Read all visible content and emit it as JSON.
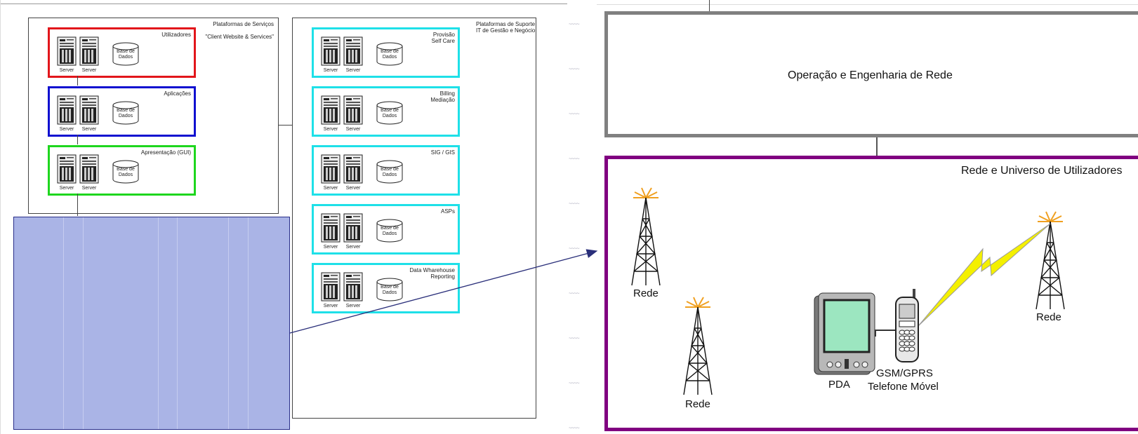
{
  "left_diagram": {
    "service_platform": {
      "title": "Plataformas de Serviços",
      "subtitle": "\"Client Website & Services\"",
      "tiers": [
        {
          "label": "Utilizadores",
          "color": "#e2161b"
        },
        {
          "label": "Aplicações",
          "color": "#1010d0"
        },
        {
          "label": "Apresentação (GUI)",
          "color": "#1ed61e"
        }
      ]
    },
    "support_platform": {
      "title": "Plataformas de Suporte",
      "subtitle": "IT de Gestão e Negócio",
      "tiers": [
        {
          "line1": "Provisão",
          "line2": "Self Care"
        },
        {
          "line1": "Billing",
          "line2": "Mediação"
        },
        {
          "line1": "SIG / GIS",
          "line2": ""
        },
        {
          "line1": "ASPs",
          "line2": ""
        },
        {
          "line1": "Data Wharehouse",
          "line2": "Reporting"
        }
      ],
      "color": "#1ee0e8"
    },
    "server_label": "Server",
    "db_label_line1": "Base de",
    "db_label_line2": "Dados",
    "highlight_color": "#aab4e6"
  },
  "right_diagram": {
    "operations_box": {
      "label": "Operação e Engenharia de Rede",
      "border_color": "#808080"
    },
    "network_box": {
      "label": "Rede e Universo de Utilizadores",
      "border_color": "#800080"
    },
    "towers": [
      {
        "label": "Rede"
      },
      {
        "label": "Rede"
      },
      {
        "label": "Rede"
      }
    ],
    "pda_label": "PDA",
    "phone_label_line1": "GSM/GPRS",
    "phone_label_line2": "Telefone Móvel"
  }
}
